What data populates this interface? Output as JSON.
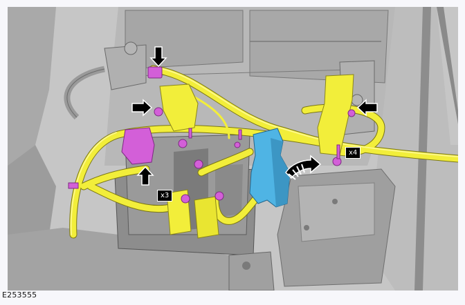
{
  "figure": {
    "id_label": "E253555",
    "description": "Battery and positive/negative cable harness removal view",
    "colors": {
      "background": "#c9c9c9",
      "cable_highlight": "#f2ee3a",
      "fastener_highlight": "#d35fd8",
      "junction_box": "#4fb4e4",
      "arrow_fill": "#000000",
      "page_bg": "#f7f7fb"
    },
    "callouts": [
      {
        "type": "arrow-down",
        "target": "battery-terminal-clamp",
        "label": ""
      },
      {
        "type": "arrow-right",
        "target": "terminal-nut-left",
        "label": ""
      },
      {
        "type": "arrow-left",
        "target": "terminal-nut-right",
        "label": ""
      },
      {
        "type": "arrow-up",
        "target": "connector",
        "label": ""
      },
      {
        "type": "arrow-right",
        "target": "nuts-group",
        "label": "x3"
      },
      {
        "type": "arrow-left",
        "target": "clips-group",
        "label": "x4"
      },
      {
        "type": "rotate-arrow",
        "target": "junction-box",
        "label": ""
      }
    ],
    "quantities": {
      "x3": "x3",
      "x4": "x4"
    }
  }
}
